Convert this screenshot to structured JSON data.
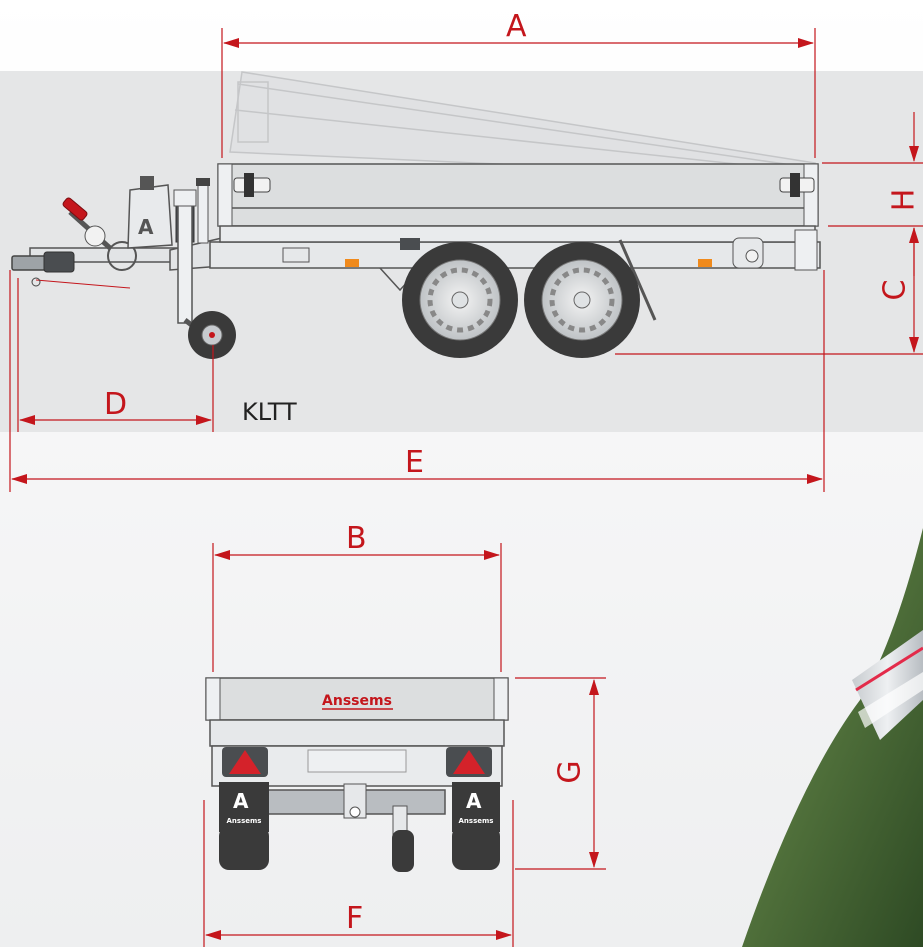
{
  "colors": {
    "dimension": "#c4161c",
    "panel": "#e5e6e7",
    "trailer_body": "#dcdedf",
    "outline": "#555555",
    "tire": "#3a3a3a",
    "light_red": "#d4222a",
    "orange": "#f08a1c"
  },
  "side_view": {
    "model": "KLTT",
    "dimensions": {
      "a": "A",
      "c": "C",
      "d": "D",
      "e": "E",
      "h": "H"
    },
    "badge_letter": "A"
  },
  "rear_view": {
    "brand": "Anssems",
    "dimensions": {
      "b": "B",
      "f": "F",
      "g": "G"
    },
    "mudflap_letter": "A",
    "mudflap_brand": "Anssems"
  },
  "photo": {
    "icon": "trailer-photo-corner"
  }
}
